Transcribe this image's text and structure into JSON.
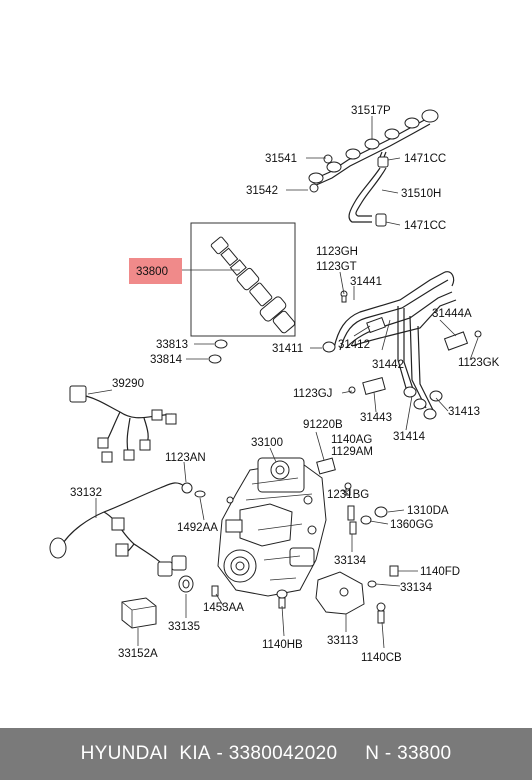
{
  "labels": {
    "p31517P": "31517P",
    "p31541": "31541",
    "p1471CC_a": "1471CC",
    "p31542": "31542",
    "p31510H": "31510H",
    "p1471CC_b": "1471CC",
    "p33800": "33800",
    "p1123GH": "1123GH",
    "p1123GT": "1123GT",
    "p31441": "31441",
    "p31444A": "31444A",
    "p33813": "33813",
    "p33814": "33814",
    "p31411": "31411",
    "p31412": "31412",
    "p31442": "31442",
    "p1123GK": "1123GK",
    "p39290": "39290",
    "p1123GJ": "1123GJ",
    "p31443": "31443",
    "p31413": "31413",
    "p91220B": "91220B",
    "p1140AG": "1140AG",
    "p1129AM": "1129AM",
    "p33100": "33100",
    "p31414": "31414",
    "p1123AN": "1123AN",
    "p1231BG": "1231BG",
    "p33132": "33132",
    "p1310DA": "1310DA",
    "p1360GG": "1360GG",
    "p1492AA": "1492AA",
    "p33134_a": "33134",
    "p1140FD": "1140FD",
    "p33134_b": "33134",
    "p1453AA": "1453AA",
    "p33135": "33135",
    "p1140HB": "1140HB",
    "p33113": "33113",
    "p1140CB": "1140CB",
    "p33152A": "33152A"
  },
  "highlight_color": "#f08a8a",
  "footer": {
    "brand": "HYUNDAI  KIA",
    "part_number": "3380042020",
    "ref": "N - 33800",
    "separator": " - ",
    "gap": "     "
  }
}
